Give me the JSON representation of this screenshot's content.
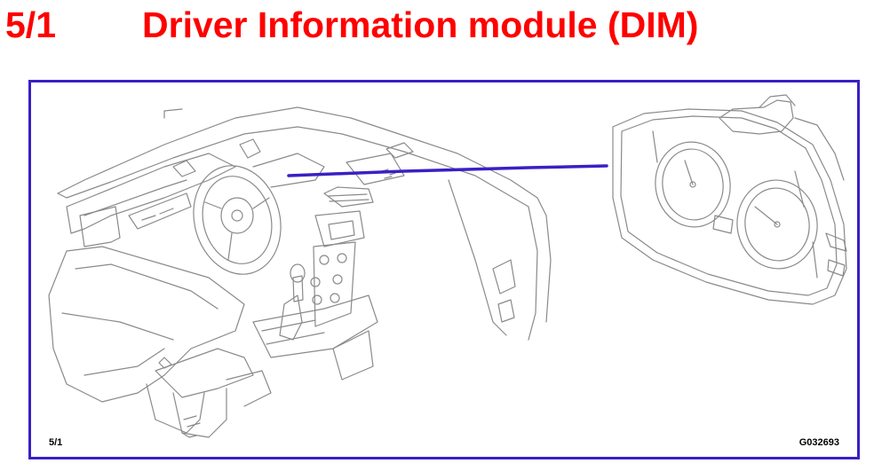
{
  "header": {
    "section_number": "5/1",
    "title": "Driver Information module (DIM)"
  },
  "figure": {
    "page_label": "5/1",
    "figure_code": "G032693"
  },
  "colors": {
    "title": "#ff0000",
    "frame_border": "#3b1fc4",
    "pointer_line": "#3b1fc4",
    "drawing_line": "#808080"
  }
}
